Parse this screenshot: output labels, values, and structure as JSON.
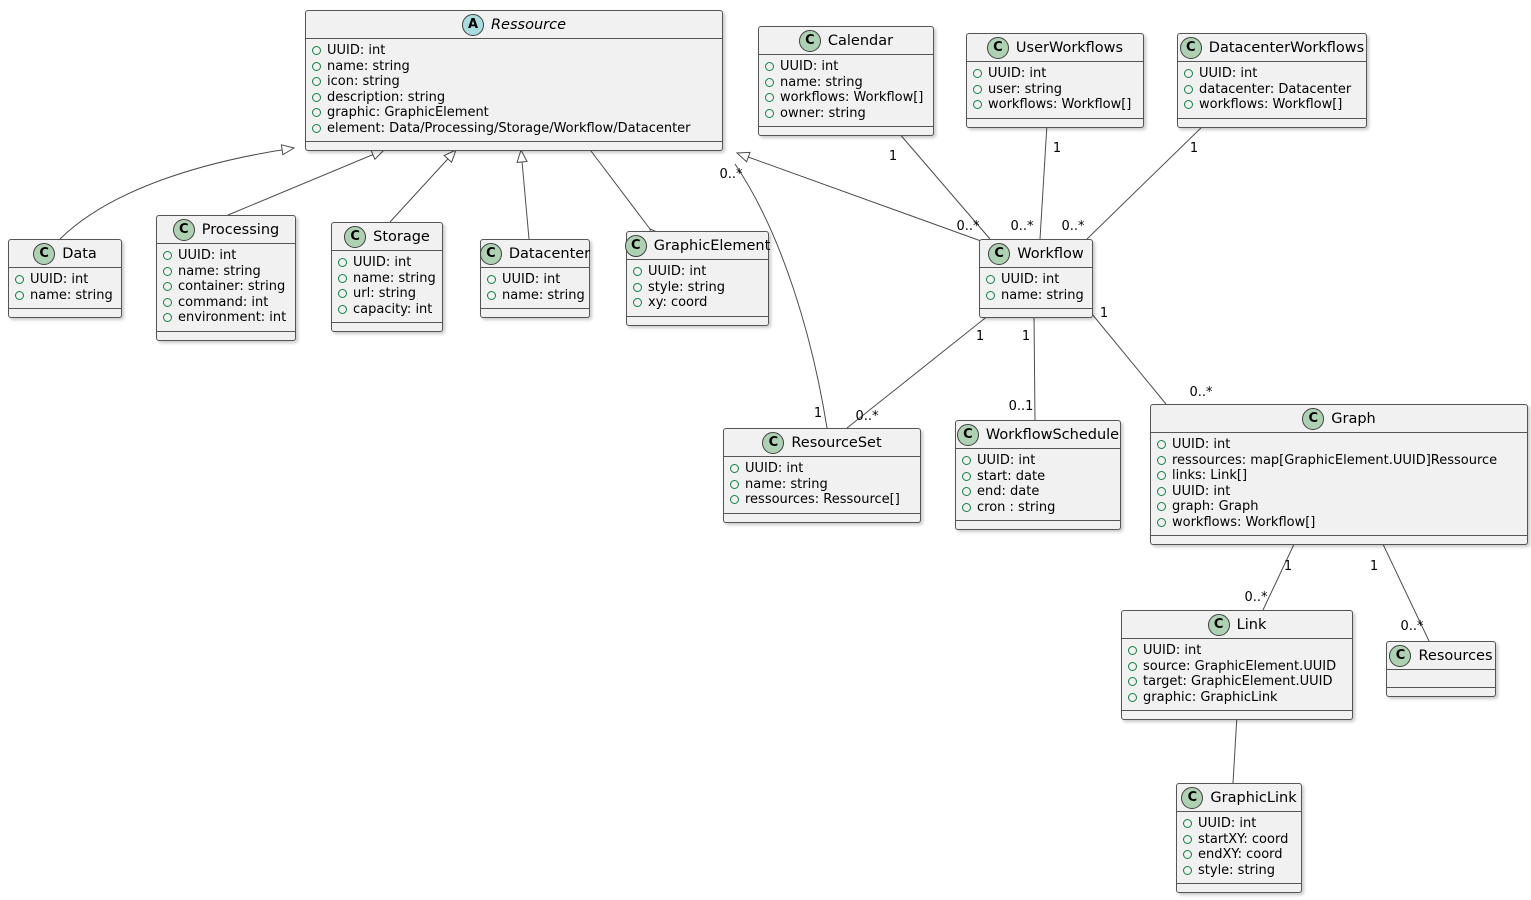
{
  "diagram": {
    "type": "uml-class-diagram",
    "colors": {
      "box_fill": "#F1F1F1",
      "box_border": "#555555",
      "class_circle_fill": "#ADD1B2",
      "abstract_circle_fill": "#A9DCDF",
      "field_icon_color": "#128045",
      "line_color": "#4D4D4D",
      "text_color": "#000000"
    }
  },
  "classes": {
    "ressource": {
      "name": "Ressource",
      "kind": "abstract",
      "circle_letter": "A",
      "attributes": [
        "UUID: int",
        "name: string",
        "icon: string",
        "description: string",
        "graphic: GraphicElement",
        "element: Data/Processing/Storage/Workflow/Datacenter"
      ]
    },
    "calendar": {
      "name": "Calendar",
      "kind": "class",
      "circle_letter": "C",
      "attributes": [
        "UUID: int",
        "name: string",
        "workflows: Workflow[]",
        "owner: string"
      ]
    },
    "userworkflows": {
      "name": "UserWorkflows",
      "kind": "class",
      "circle_letter": "C",
      "attributes": [
        "UUID: int",
        "user: string",
        "workflows: Workflow[]"
      ]
    },
    "datacenterworkflows": {
      "name": "DatacenterWorkflows",
      "kind": "class",
      "circle_letter": "C",
      "attributes": [
        "UUID: int",
        "datacenter: Datacenter",
        "workflows: Workflow[]"
      ]
    },
    "data": {
      "name": "Data",
      "kind": "class",
      "circle_letter": "C",
      "attributes": [
        "UUID: int",
        "name: string"
      ]
    },
    "processing": {
      "name": "Processing",
      "kind": "class",
      "circle_letter": "C",
      "attributes": [
        "UUID: int",
        "name: string",
        "container: string",
        "command: int",
        "environment: int"
      ]
    },
    "storage": {
      "name": "Storage",
      "kind": "class",
      "circle_letter": "C",
      "attributes": [
        "UUID: int",
        "name: string",
        "url: string",
        "capacity: int"
      ]
    },
    "datacenter": {
      "name": "Datacenter",
      "kind": "class",
      "circle_letter": "C",
      "attributes": [
        "UUID: int",
        "name: string"
      ]
    },
    "graphicelement": {
      "name": "GraphicElement",
      "kind": "class",
      "circle_letter": "C",
      "attributes": [
        "UUID: int",
        "style: string",
        "xy: coord"
      ]
    },
    "workflow": {
      "name": "Workflow",
      "kind": "class",
      "circle_letter": "C",
      "attributes": [
        "UUID: int",
        "name: string"
      ]
    },
    "resourceset": {
      "name": "ResourceSet",
      "kind": "class",
      "circle_letter": "C",
      "attributes": [
        "UUID: int",
        "name: string",
        "ressources: Ressource[]"
      ]
    },
    "workflowschedule": {
      "name": "WorkflowSchedule",
      "kind": "class",
      "circle_letter": "C",
      "attributes": [
        "UUID: int",
        "start: date",
        "end: date",
        "cron : string"
      ]
    },
    "graph": {
      "name": "Graph",
      "kind": "class",
      "circle_letter": "C",
      "attributes": [
        "UUID: int",
        "ressources: map[GraphicElement.UUID]Ressource",
        "links: Link[]",
        "UUID: int",
        "graph: Graph",
        "workflows: Workflow[]"
      ]
    },
    "link": {
      "name": "Link",
      "kind": "class",
      "circle_letter": "C",
      "attributes": [
        "UUID: int",
        "source: GraphicElement.UUID",
        "target: GraphicElement.UUID",
        "graphic: GraphicLink"
      ]
    },
    "resources": {
      "name": "Resources",
      "kind": "class",
      "circle_letter": "C",
      "attributes": []
    },
    "graphiclink": {
      "name": "GraphicLink",
      "kind": "class",
      "circle_letter": "C",
      "attributes": [
        "UUID: int",
        "startXY: coord",
        "endXY: coord",
        "style: string"
      ]
    }
  },
  "relations": {
    "data_extends_ressource": {
      "type": "inheritance",
      "source": "Data",
      "target": "Ressource"
    },
    "processing_extends_ressource": {
      "type": "inheritance",
      "source": "Processing",
      "target": "Ressource"
    },
    "storage_extends_ressource": {
      "type": "inheritance",
      "source": "Storage",
      "target": "Ressource"
    },
    "datacenter_extends_ressource": {
      "type": "inheritance",
      "source": "Datacenter",
      "target": "Ressource"
    },
    "workflow_extends_ressource": {
      "type": "inheritance",
      "source": "Workflow",
      "target": "Ressource"
    },
    "graphicelement_ressource": {
      "type": "aggregation",
      "source": "GraphicElement",
      "target": "Ressource"
    },
    "calendar_workflow": {
      "type": "aggregation",
      "source": "Calendar",
      "target": "Workflow",
      "source_label": "1",
      "target_label": "0..*"
    },
    "userworkflows_workflow": {
      "type": "aggregation",
      "source": "UserWorkflows",
      "target": "Workflow",
      "source_label": "1",
      "target_label": "0..*"
    },
    "datacenterworkflows_workflow": {
      "type": "aggregation",
      "source": "DatacenterWorkflows",
      "target": "Workflow",
      "source_label": "1",
      "target_label": "0..*"
    },
    "workflow_resourceset": {
      "type": "aggregation",
      "source": "Workflow",
      "target": "ResourceSet",
      "source_label": "1",
      "target_label": "0..*"
    },
    "resourceset_ressource": {
      "type": "aggregation",
      "source": "ResourceSet",
      "target": "Ressource",
      "source_label": "1",
      "target_label": "0..*"
    },
    "workflow_workflowschedule": {
      "type": "aggregation",
      "source": "Workflow",
      "target": "WorkflowSchedule",
      "source_label": "1",
      "target_label": "0..1"
    },
    "workflow_graph": {
      "type": "aggregation",
      "source": "Workflow",
      "target": "Graph",
      "source_label": "1",
      "target_label": "0..*"
    },
    "graph_link": {
      "type": "aggregation",
      "source": "Graph",
      "target": "Link",
      "source_label": "1",
      "target_label": "0..*"
    },
    "graph_resources": {
      "type": "aggregation",
      "source": "Graph",
      "target": "Resources",
      "source_label": "1",
      "target_label": "0..*"
    },
    "link_graphiclink": {
      "type": "association",
      "source": "Link",
      "target": "GraphicLink"
    }
  }
}
